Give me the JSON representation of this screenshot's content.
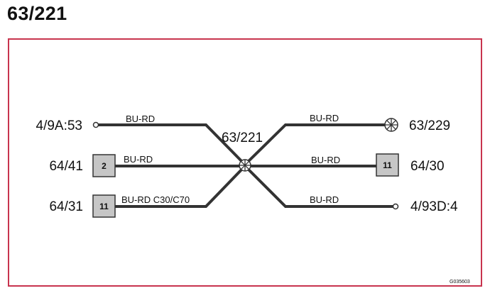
{
  "title": "63/221",
  "frame_color": "#c8344e",
  "splice": {
    "label": "63/221"
  },
  "left": {
    "top": {
      "label": "4/9A:53",
      "wire": "BU-RD"
    },
    "middle": {
      "label": "64/41",
      "pin": "2",
      "wire": "BU-RD"
    },
    "bottom": {
      "label": "64/31",
      "pin": "11",
      "wire": "BU-RD C30/C70"
    }
  },
  "right": {
    "top": {
      "label": "63/229",
      "wire": "BU-RD"
    },
    "middle": {
      "label": "64/30",
      "pin": "11",
      "wire": "BU-RD"
    },
    "bottom": {
      "label": "4/93D:4",
      "wire": "BU-RD"
    }
  },
  "figure_code": "G035603"
}
